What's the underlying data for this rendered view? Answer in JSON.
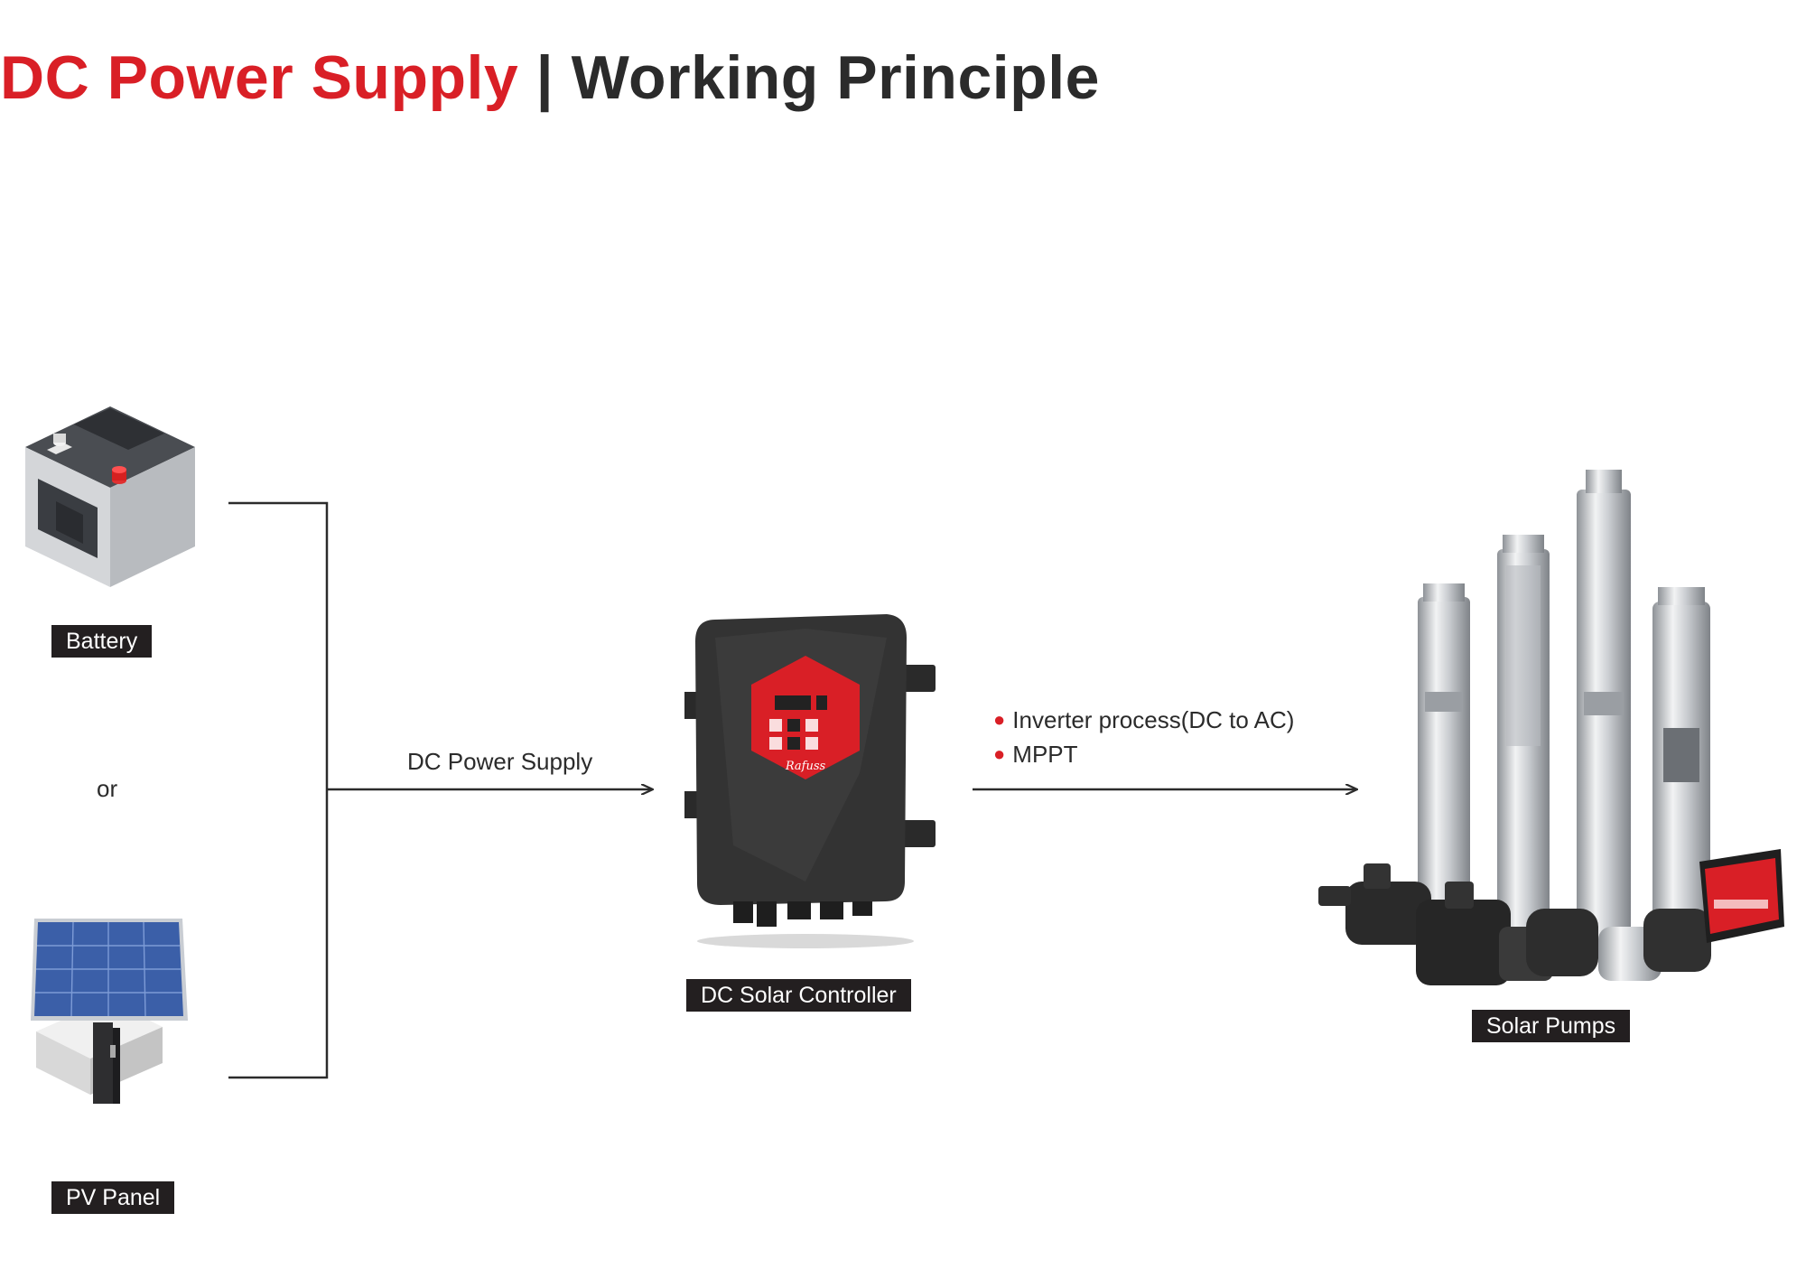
{
  "title": {
    "part1": "DC Power Supply",
    "separator": "|",
    "part2": "Working Principle",
    "accent_color": "#d91f26",
    "text_color": "#2b2b2b"
  },
  "sources": {
    "battery_label": "Battery",
    "or_label": "or",
    "pv_label": "PV Panel"
  },
  "flow": {
    "input_label": "DC Power Supply",
    "controller_label": "DC Solar Controller",
    "features": [
      "Inverter process(DC to AC)",
      "MPPT"
    ],
    "output_label": "Solar Pumps"
  },
  "controller_logo": "Rafuss"
}
